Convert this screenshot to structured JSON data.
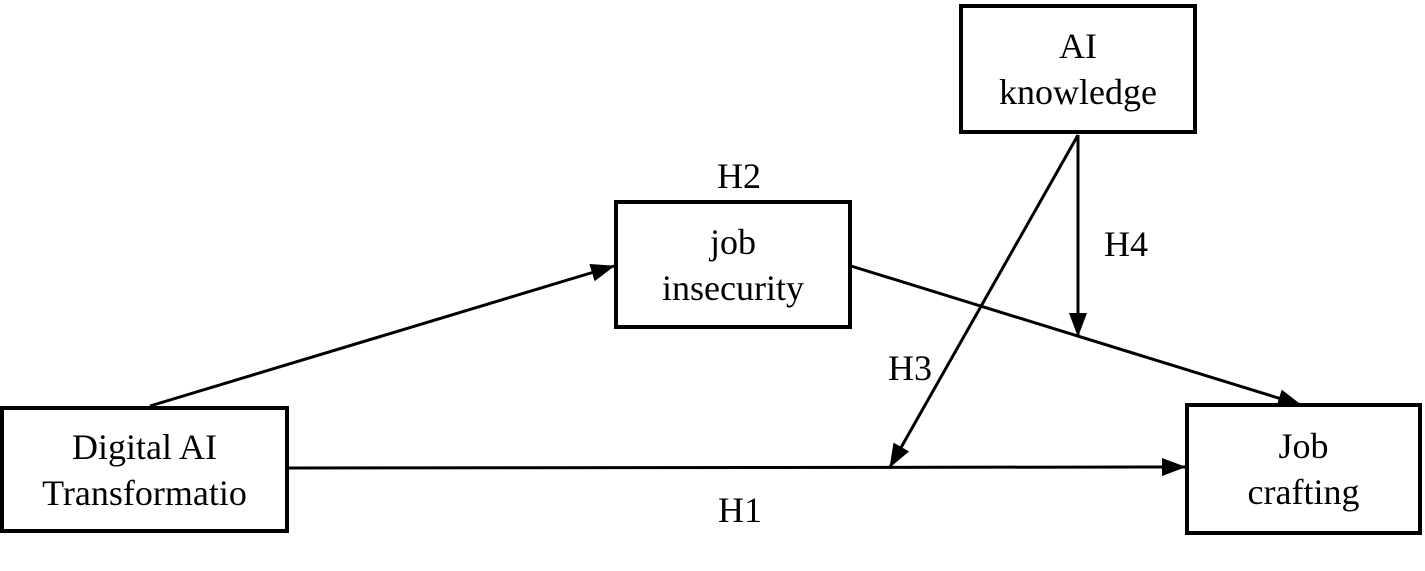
{
  "nodes": {
    "digital_ai": {
      "line1": "Digital AI",
      "line2": "Transformatio"
    },
    "job_insecurity": {
      "line1": "job",
      "line2": "insecurity"
    },
    "ai_knowledge": {
      "line1": "AI",
      "line2": "knowledge"
    },
    "job_crafting": {
      "line1": "Job",
      "line2": "crafting"
    }
  },
  "hypotheses": {
    "h1": "H1",
    "h2": "H2",
    "h3": "H3",
    "h4": "H4"
  }
}
